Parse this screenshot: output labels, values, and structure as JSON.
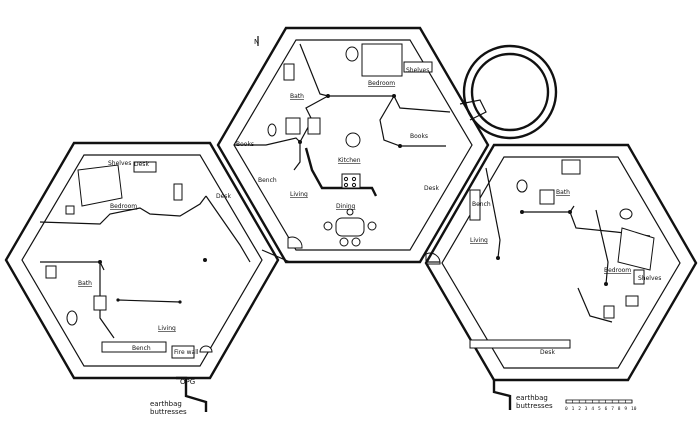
{
  "north_marker": "N",
  "labels": {
    "left_bedroom": "Bedroom",
    "left_shelves": "Shelves",
    "left_desk_top": "Desk",
    "left_desk_side": "Desk",
    "left_bath": "Bath",
    "left_living": "Living",
    "left_bench": "Bench",
    "fireplace": "Fire wall",
    "center_bedroom": "Bedroom",
    "center_shelves": "Shelves",
    "center_bath": "Bath",
    "center_books": "Books",
    "center_books_right": "Books",
    "kitchen": "Kitchen",
    "dining": "Dining",
    "center_bench": "Bench",
    "center_living": "Living",
    "center_desk": "Desk",
    "right_bath": "Bath",
    "right_bench": "Bench",
    "right_living": "Living",
    "right_bedroom": "Bedroom",
    "right_shelves": "Shelves",
    "right_desk": "Desk"
  },
  "notes": {
    "buttress_left": [
      "earthbag",
      "buttresses"
    ],
    "buttress_right": [
      "earthbag",
      "buttresses"
    ],
    "signature": "OPG"
  },
  "scale_bar": {
    "ticks": [
      "0",
      "1",
      "2",
      "3",
      "4",
      "5",
      "6",
      "7",
      "8",
      "9",
      "10"
    ]
  }
}
